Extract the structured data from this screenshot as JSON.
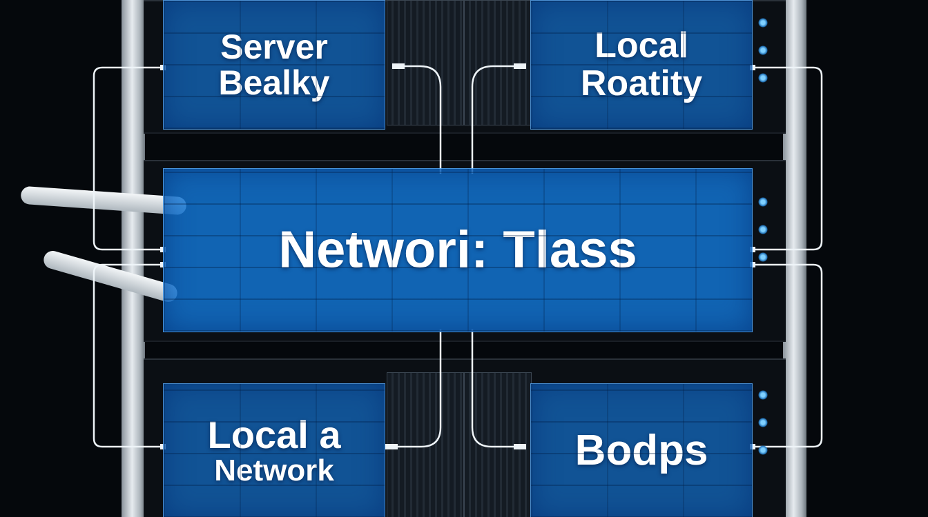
{
  "panels": {
    "top_left": {
      "line1": "Server",
      "line2": "Bealky"
    },
    "top_right": {
      "line1": "Local",
      "line2": "Roatity"
    },
    "center": {
      "line1": "Networi: Tlass"
    },
    "bottom_left": {
      "line1": "Local a",
      "line2": "Network"
    },
    "bottom_right": {
      "line1": "Bodps"
    }
  },
  "colors": {
    "panel_blue": "#1478d0",
    "wire": "#eef4f8",
    "background": "#05080c"
  }
}
